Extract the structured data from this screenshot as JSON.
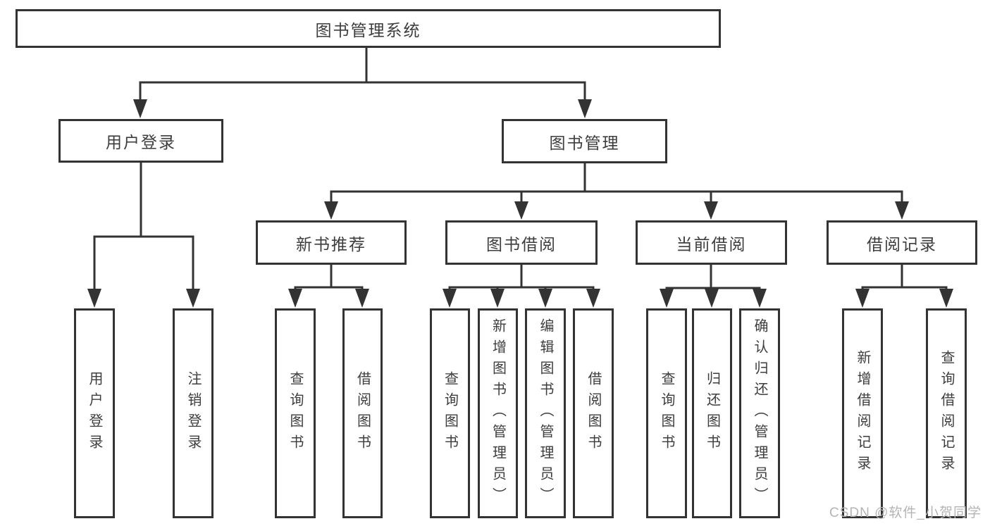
{
  "diagram": {
    "title": "图书管理系统",
    "nodes": {
      "root": "图书管理系统",
      "level2": [
        "用户登录",
        "图书管理"
      ],
      "level3": [
        "新书推荐",
        "图书借阅",
        "当前借阅",
        "借阅记录"
      ],
      "leaves": {
        "userLogin": [
          "用户登录",
          "注销登录"
        ],
        "newBooks": [
          "查询图书",
          "借阅图书"
        ],
        "bookBorrow": [
          "查询图书",
          "新增图书（管理员）",
          "编辑图书（管理员）",
          "借阅图书"
        ],
        "currentBorrow": [
          "查询图书",
          "归还图书",
          "确认归还（管理员）"
        ],
        "borrowRecords": [
          "新增借阅记录",
          "查询借阅记录"
        ]
      }
    },
    "hierarchy": [
      {
        "label": "用户登录",
        "children": [
          "用户登录",
          "注销登录"
        ]
      },
      {
        "label": "图书管理",
        "children": [
          {
            "label": "新书推荐",
            "children": [
              "查询图书",
              "借阅图书"
            ]
          },
          {
            "label": "图书借阅",
            "children": [
              "查询图书",
              "新增图书（管理员）",
              "编辑图书（管理员）",
              "借阅图书"
            ]
          },
          {
            "label": "当前借阅",
            "children": [
              "查询图书",
              "归还图书",
              "确认归还（管理员）"
            ]
          },
          {
            "label": "借阅记录",
            "children": [
              "新增借阅记录",
              "查询借阅记录"
            ]
          }
        ]
      }
    ],
    "watermark": "CSDN @软件_小贺同学",
    "colors": {
      "background": "#ffffff",
      "border": "#333333",
      "text": "#3d3d3d",
      "connector": "#333333",
      "watermark": "#b4b4b4"
    }
  }
}
